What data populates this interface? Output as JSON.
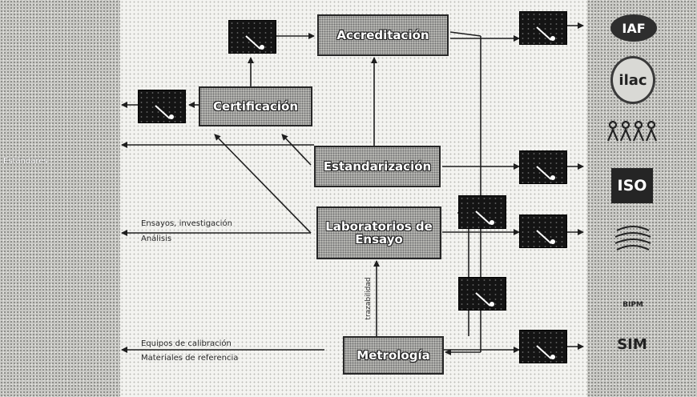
{
  "boxes": {
    "accreditation": "Accreditación",
    "certification": "Certificación",
    "standardization": "Estandarización",
    "testing_labs": [
      "Laboratorios de",
      "Ensayo"
    ],
    "metrology": "Metrología"
  },
  "labels": {
    "testing_line1": "Ensayos, investigación",
    "testing_line2": "Análisis",
    "metrology_line1": "Equipos de calibración",
    "metrology_line2": "Materiales de referencia",
    "traceability": "trazabilidad"
  },
  "left_band": {
    "text": "Estándares"
  },
  "logos": {
    "iaf": "IAF",
    "ilac": "ilac",
    "iso": "ISO",
    "bipm": "BIPM",
    "sim": "SIM"
  },
  "colors": {
    "box_fill": "#b7b7b3",
    "gauge": "#141414",
    "line": "#1e1e1e"
  }
}
